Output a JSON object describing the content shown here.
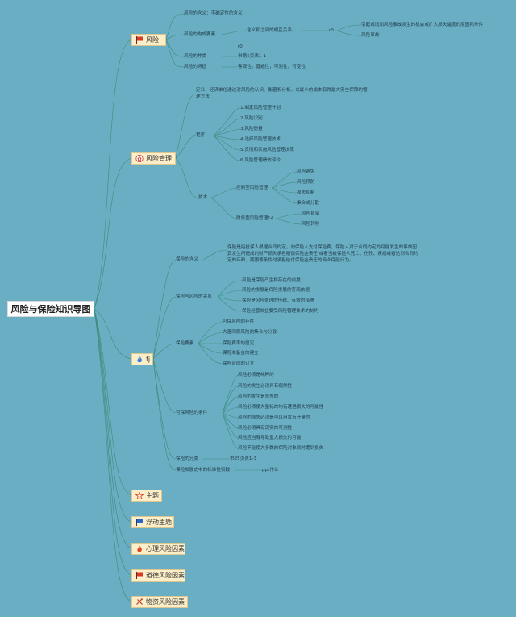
{
  "root": {
    "label": "风险与保险知识导图"
  },
  "topics": [
    {
      "id": "risk",
      "label": "风险",
      "icon": "red-flag-icon"
    },
    {
      "id": "risk-mgmt",
      "label": "风险管理",
      "icon": "home-icon"
    },
    {
      "id": "fj",
      "label": "fj",
      "icon": "flame-icon"
    },
    {
      "id": "main",
      "label": "主题",
      "icon": "star-outline-icon"
    },
    {
      "id": "float",
      "label": "浮动主题",
      "icon": "blue-flag-icon"
    },
    {
      "id": "psych",
      "label": "心理风险因素",
      "icon": "flame-icon"
    },
    {
      "id": "moral",
      "label": "道德风险因素",
      "icon": "red-flag-icon"
    },
    {
      "id": "physical",
      "label": "物资风险因素",
      "icon": "tools-icon"
    }
  ],
  "risk": {
    "meaning": "风险的含义：不确定性的含义",
    "elements": "风险的构成要素",
    "relation": "含义和之间的相互关系。",
    "r0": "r0",
    "cause": "引起或增加风险事故发生的机会或扩大损失幅度的原因和条件",
    "accident": "风险事故",
    "r0b": "r0",
    "types": "风险的种类",
    "types_note": "书第5页表1-1",
    "features": "风险的特征",
    "features_note": "客观性，普遍性，可测性，可变性"
  },
  "mgmt": {
    "definition": "定义：经济单位通过对风险的认识、衡量和分析，以最小的成本取得最大安全保障的管理方法",
    "procedure": "程序：",
    "steps": [
      "1.制定风险管理计划",
      "2.风险识别",
      "3.风险衡量",
      "4.选择风险管理技术",
      "5.贯彻和实施风险管理决策",
      "6.风险管理绩效评价"
    ],
    "technique": "技术",
    "control": "控制型风险管理",
    "control_items": [
      "风险避免",
      "风险预防",
      "损失抑制",
      "集合或分散"
    ],
    "finance": "财务型风险管理14",
    "finance_items": [
      "风险自留",
      "风险转移"
    ]
  },
  "fj": {
    "meaning": "保险的含义",
    "meaning_text": "保险是指投保人根据合同约定，向保险人支付保险费，保险人对于合同约定的可能发生的事故因其发生所造成的财产损失承担赔偿保险金责任,或者当被保险人死亡、伤残、疾病或者达到合同约定的年龄、期限等条件时承担给付保险金责任的商业保险行为。",
    "relation": "保险与风险的关系",
    "relation_items": [
      "风险是保险产生和存在的前提",
      "风险的发展是保险发展的客观依据",
      "保险是风险处理的传统、有效的措施",
      "保险经营效益要受风险管理技术的制约"
    ],
    "elements": "保险要素",
    "elements_items": [
      "可保风险的存在",
      "大量同质风险的集合与分散",
      "保险费率的厘定",
      "保险准备金的建立",
      "保险合同的订立"
    ],
    "conditions": "可保风险的条件",
    "conditions_items": [
      "风险必须是纯粹的",
      "风险的发生必须具有偶然性",
      "风险的发生是意外的",
      "风险必须使大量标的均有遭遇损失的可能性",
      "风险的损失必须是可以用货币计量的",
      "风险必须具有现实的可测性",
      "风险应当有导致重大损失的可能",
      "风险不能使大多数的保险对象同时遭到损失"
    ],
    "classification": "保险的分类",
    "classification_note": "书25页表1-3",
    "practice": "保险发展史中的标准性实践",
    "practice_note": "ppt作业"
  }
}
